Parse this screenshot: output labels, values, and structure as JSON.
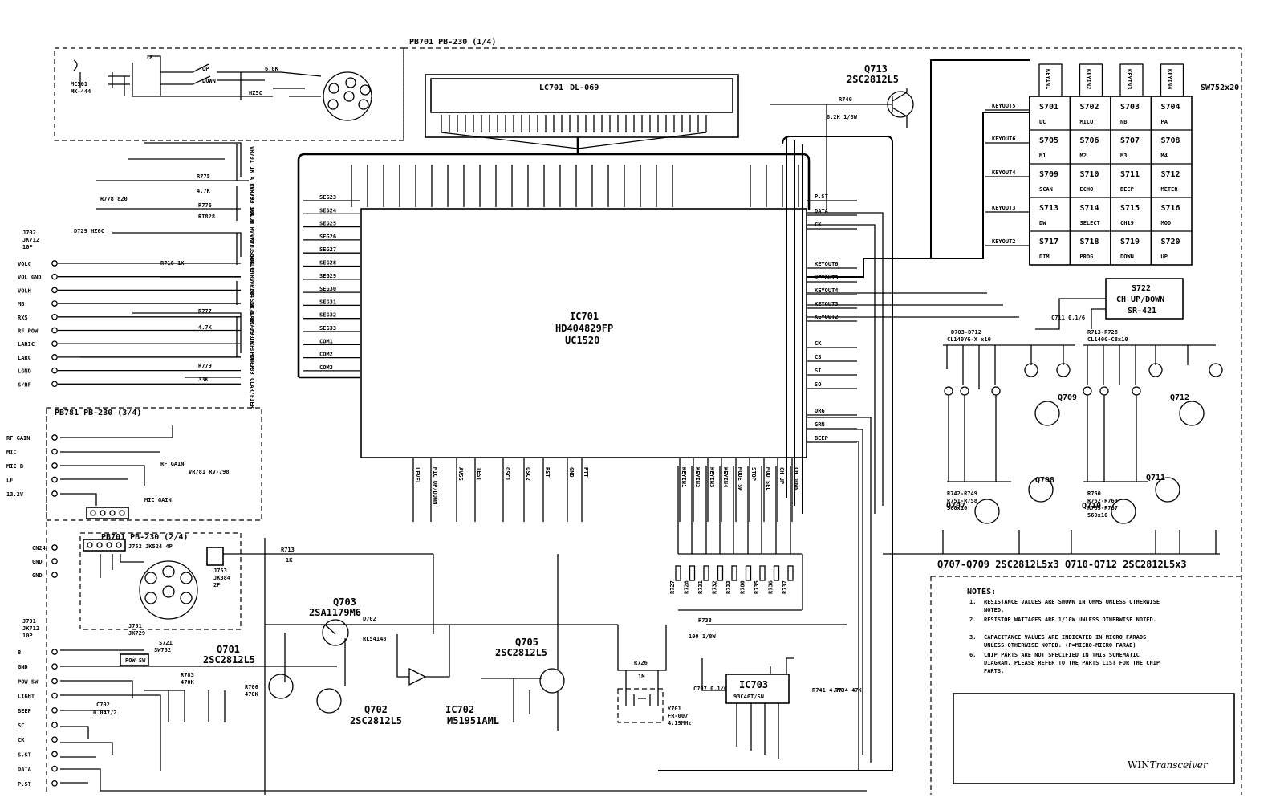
{
  "boards": {
    "top": "PB701  PB-230 (1/4)",
    "pb781": "PB781  PB-230 (3/4)",
    "pb701b": "PB701  PB-230 (2/4)"
  },
  "lcd": {
    "ref": "LC701",
    "part": "DL-069"
  },
  "ic701": {
    "ref": "IC701",
    "part": "HD404829FP",
    "alt": "UC1520"
  },
  "ic702": {
    "ref": "IC702",
    "part": "M51951AML"
  },
  "ic703": {
    "ref": "IC703",
    "part": "93C46T/SN"
  },
  "transistors": [
    {
      "ref": "Q713",
      "part": "2SC2812L5"
    },
    {
      "ref": "Q703",
      "part": "2SA1179M6"
    },
    {
      "ref": "Q701",
      "part": "2SC2812L5"
    },
    {
      "ref": "Q702",
      "part": "2SC2812L5"
    },
    {
      "ref": "Q705",
      "part": "2SC2812L5"
    },
    {
      "ref": "Q707"
    },
    {
      "ref": "Q708"
    },
    {
      "ref": "Q709"
    },
    {
      "ref": "Q710"
    },
    {
      "ref": "Q711"
    },
    {
      "ref": "Q712"
    }
  ],
  "q_group_note": "Q707-Q709 2SC2812L5x3  Q710-Q712 2SC2812L5x3",
  "switch_matrix": {
    "ref": "SW752x20",
    "keyins": [
      "KEYIN1",
      "KEYIN2",
      "KEYIN3",
      "KEYIN4"
    ],
    "keyouts": [
      "KEYOUT5",
      "KEYOUT6",
      "KEYOUT4",
      "KEYOUT3",
      "KEYOUT2"
    ],
    "rows": [
      [
        {
          "id": "S701",
          "fn": "DC"
        },
        {
          "id": "S702",
          "fn": "MICUT"
        },
        {
          "id": "S703",
          "fn": "NB"
        },
        {
          "id": "S704",
          "fn": "PA"
        }
      ],
      [
        {
          "id": "S705",
          "fn": "M1"
        },
        {
          "id": "S706",
          "fn": "M2"
        },
        {
          "id": "S707",
          "fn": "M3"
        },
        {
          "id": "S708",
          "fn": "M4"
        }
      ],
      [
        {
          "id": "S709",
          "fn": "SCAN"
        },
        {
          "id": "S710",
          "fn": "ECHO"
        },
        {
          "id": "S711",
          "fn": "BEEP"
        },
        {
          "id": "S712",
          "fn": "METER"
        }
      ],
      [
        {
          "id": "S713",
          "fn": "DW"
        },
        {
          "id": "S714",
          "fn": "SELECT"
        },
        {
          "id": "S715",
          "fn": "CH19"
        },
        {
          "id": "S716",
          "fn": "MOD"
        }
      ],
      [
        {
          "id": "S717",
          "fn": "DIM"
        },
        {
          "id": "S718",
          "fn": "PROG"
        },
        {
          "id": "S719",
          "fn": "DOWN"
        },
        {
          "id": "S720",
          "fn": "UP"
        }
      ]
    ]
  },
  "s722": {
    "ref": "S722",
    "fn": "CH UP/DOWN",
    "part": "SR-421"
  },
  "ic_left_pins": [
    "SEG23",
    "SEG24",
    "SEG25",
    "SEG26",
    "SEG27",
    "SEG28",
    "SEG29",
    "SEG30",
    "SEG31",
    "SEG32",
    "SEG33",
    "COM1",
    "COM2",
    "COM3"
  ],
  "ic_right_pins": [
    "P.ST",
    "DATA",
    "CK",
    "KEYOUT6",
    "KEYOUT5",
    "KEYOUT4",
    "KEYOUT3",
    "KEYOUT2",
    "CK",
    "CS",
    "SI",
    "SO",
    "ORG",
    "GRN",
    "BEEP"
  ],
  "ic_bottom_pins": [
    "LEVEL",
    "MIC UP/DOWN",
    "AVSS",
    "TEST",
    "OSC1",
    "OSC2",
    "RST",
    "GND",
    "PTT",
    "KEYIN1",
    "KEYIN2",
    "KEYIN3",
    "KEYIN4",
    "MODE SW",
    "STOP",
    "MOD SEL",
    "CH UP",
    "CH DOWN"
  ],
  "connectors": {
    "j702": {
      "ref": "J702",
      "part": "JK712",
      "pins": "10P",
      "labels": [
        "VOLC",
        "VOL GND",
        "VOLH",
        "MB",
        "RXS",
        "RF POW",
        "LARIC",
        "LARC",
        "LGND",
        "S/RF"
      ]
    },
    "j701": {
      "ref": "J701",
      "part": "JK712",
      "pins": "10P",
      "labels": [
        "8",
        "GND",
        "POW SW",
        "LIGHT",
        "BEEP",
        "SC",
        "CK",
        "S.ST",
        "DATA",
        "P.ST"
      ]
    },
    "pb781_pins": [
      "RF GAIN",
      "MIC",
      "MIC B",
      "LF",
      "13.2V"
    ],
    "j754_pins": [
      "CN24",
      "GND",
      "GND"
    ],
    "mic": {
      "ref": "MC501",
      "part": "MK-444"
    }
  },
  "pots": [
    "VR701 1K A RV-790 VOLUM",
    "VR702 10K B RV-787 SQUELCH",
    "VR703 50K B RV-788 SWR/CAL",
    "VR704 1K B RV-790 RF POWER",
    "VR705 1K B RV-789 CLAR/FIER"
  ],
  "notes": {
    "title": "NOTES:",
    "items": [
      {
        "n": "1.",
        "t": "RESISTANCE VALUES ARE SHOWN IN OHMS UNLESS OTHERWISE NOTED."
      },
      {
        "n": "2.",
        "t": "RESISTOR WATTAGES ARE 1/10W UNLESS OTHERWISE NOTED."
      },
      {
        "n": "3.",
        "t": "CAPACITANCE VALUES ARE INDICATED IN MICRO FARADS UNLESS OTHERWISE NOTED. (P=MICRO-MICRO FARAD)"
      },
      {
        "n": "6.",
        "t": "CHIP PARTS ARE NOT SPECIFIED IN THIS SCHEMATIC DIAGRAM. PLEASE REFER TO THE PARTS LIST FOR THE CHIP PARTS."
      }
    ]
  },
  "watermark": {
    "a": "WIN",
    "b": "Transceiver"
  }
}
